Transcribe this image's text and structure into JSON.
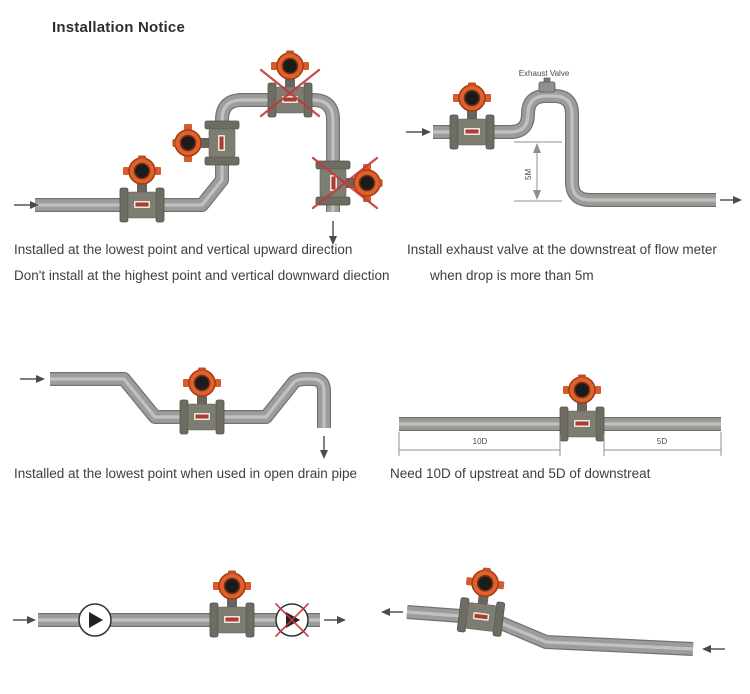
{
  "page": {
    "title": "Installation Notice"
  },
  "figures": {
    "lowest_point": {
      "caption_line1": "Installed at the lowest point and vertical upward direction",
      "caption_line2": "Don't install at the highest point and vertical downward diection"
    },
    "exhaust_valve": {
      "caption_line1": "Install exhaust valve at the downstreat of flow meter",
      "caption_line2": "when drop is more than 5m",
      "valve_label": "Exhaust Valve",
      "drop_label": "5M"
    },
    "open_drain": {
      "caption_line1": "Installed at the lowest point when used in open drain pipe"
    },
    "straight_run": {
      "caption_line1": "Need 10D of upstreat and 5D of downstreat",
      "upstream_label": "10D",
      "downstream_label": "5D"
    }
  },
  "colors": {
    "meter_orange": "#e2602c",
    "pipe_grey": "#9c9c9a",
    "cross_red": "#c23b3b",
    "caption_text": "#3e3e3e"
  }
}
